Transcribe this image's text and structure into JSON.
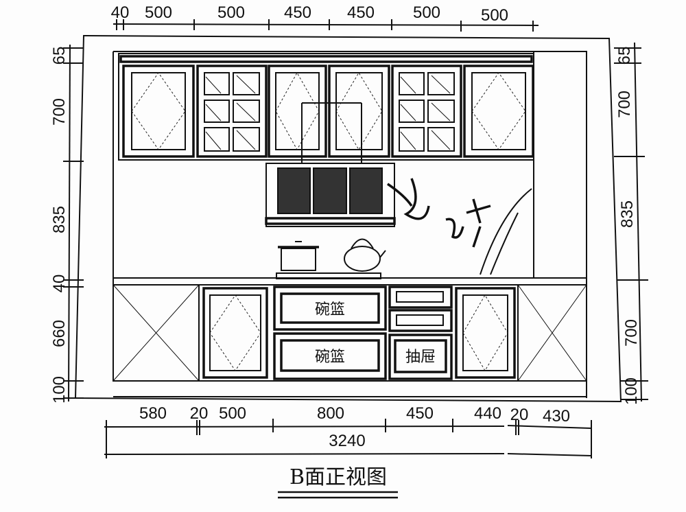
{
  "title": "B面正视图",
  "top_dimensions": [
    "40",
    "500",
    "500",
    "450",
    "450",
    "500",
    "500"
  ],
  "left_dimensions": [
    "65",
    "700",
    "835",
    "40",
    "660",
    "100"
  ],
  "right_dimensions": [
    "65",
    "700",
    "835",
    "700",
    "100"
  ],
  "bottom_dimensions": [
    "580",
    "20",
    "500",
    "800",
    "450",
    "440",
    "20",
    "430"
  ],
  "total_width": "3240",
  "drawer_labels": {
    "upper_drawer": "碗篮",
    "lower_drawer": "碗篮",
    "small_drawer": "抽屉"
  }
}
